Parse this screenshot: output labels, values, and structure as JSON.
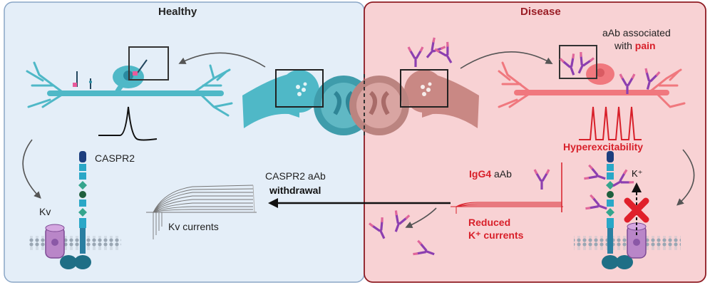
{
  "panels": {
    "healthy": {
      "title": "Healthy"
    },
    "disease": {
      "title": "Disease"
    }
  },
  "labels": {
    "caspr2": "CASPR2",
    "kv": "Kv",
    "kv_currents": "Kv currents",
    "withdrawal_line1": "CASPR2 aAb",
    "withdrawal_line2": "withdrawal",
    "pain_line1": "aAb associated",
    "pain_line2_prefix": "with ",
    "pain_word": "pain",
    "hyperexcitability": "Hyperexcitability",
    "igg4": "IgG4",
    "aab": " aAb",
    "reduced": "Reduced",
    "k_currents": "K⁺ currents",
    "k_plus": "K⁺"
  },
  "colors": {
    "healthy_bg": "#e4eef8",
    "healthy_border": "#8aa6c6",
    "disease_bg": "#f8d2d4",
    "disease_border": "#8e1b22",
    "disease_title": "#9a1e26",
    "accent_red": "#d8202a",
    "teal": "#4fb8c7",
    "neuron_pink": "#f0787e",
    "kv_purple": "#b986c8"
  },
  "icons": [
    "neuron",
    "action-potential",
    "spinal-cord",
    "drg",
    "antibody",
    "kv-channel",
    "membrane",
    "cross-mark",
    "arrow"
  ]
}
